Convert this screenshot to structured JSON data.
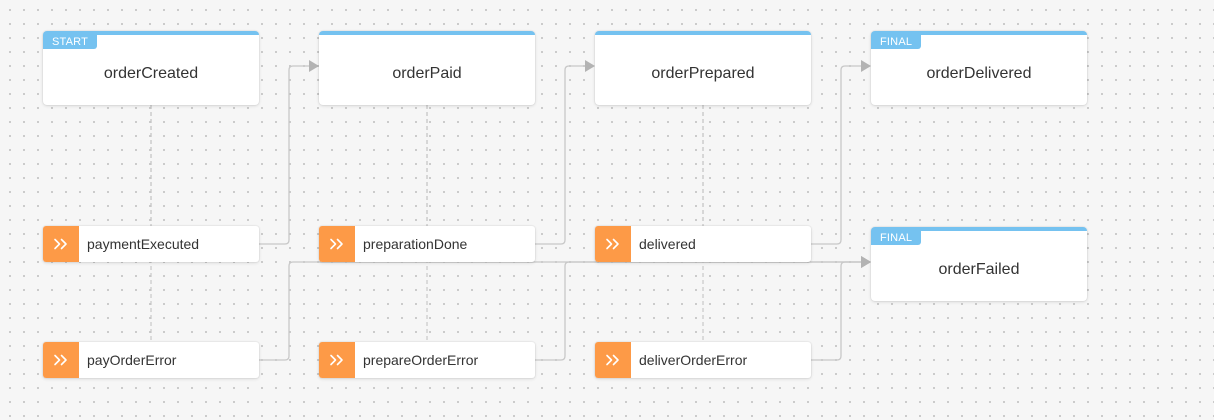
{
  "states": [
    {
      "id": "orderCreated",
      "label": "orderCreated",
      "badge": "START"
    },
    {
      "id": "orderPaid",
      "label": "orderPaid",
      "badge": ""
    },
    {
      "id": "orderPrepared",
      "label": "orderPrepared",
      "badge": ""
    },
    {
      "id": "orderDelivered",
      "label": "orderDelivered",
      "badge": "FINAL"
    },
    {
      "id": "orderFailed",
      "label": "orderFailed",
      "badge": "FINAL"
    }
  ],
  "events": [
    {
      "id": "paymentExecuted",
      "label": "paymentExecuted",
      "icon": "double-chevron-right-icon"
    },
    {
      "id": "payOrderError",
      "label": "payOrderError",
      "icon": "double-chevron-right-icon"
    },
    {
      "id": "preparationDone",
      "label": "preparationDone",
      "icon": "double-chevron-right-icon"
    },
    {
      "id": "prepareOrderError",
      "label": "prepareOrderError",
      "icon": "double-chevron-right-icon"
    },
    {
      "id": "delivered",
      "label": "delivered",
      "icon": "double-chevron-right-icon"
    },
    {
      "id": "deliverOrderError",
      "label": "deliverOrderError",
      "icon": "double-chevron-right-icon"
    }
  ],
  "transitions": [
    {
      "from": "orderCreated",
      "event": "paymentExecuted",
      "to": "orderPaid"
    },
    {
      "from": "orderCreated",
      "event": "payOrderError",
      "to": "orderFailed"
    },
    {
      "from": "orderPaid",
      "event": "preparationDone",
      "to": "orderPrepared"
    },
    {
      "from": "orderPaid",
      "event": "prepareOrderError",
      "to": "orderFailed"
    },
    {
      "from": "orderPrepared",
      "event": "delivered",
      "to": "orderDelivered"
    },
    {
      "from": "orderPrepared",
      "event": "deliverOrderError",
      "to": "orderFailed"
    }
  ],
  "colors": {
    "state_accent": "#75c2f0",
    "event_accent": "#fd9a47",
    "connector": "#c8c8c8",
    "arrow": "#b3b3b3"
  }
}
